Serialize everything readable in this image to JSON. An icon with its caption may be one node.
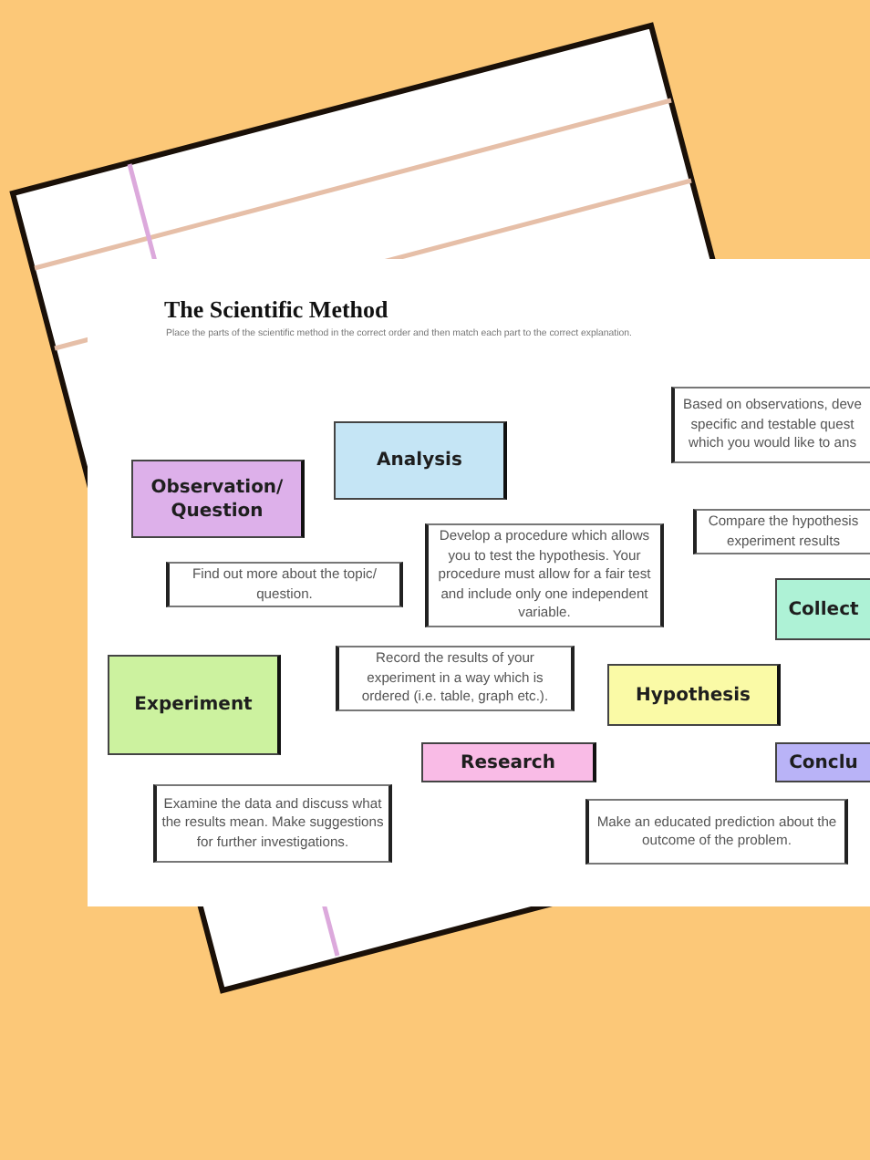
{
  "diagram": {
    "title": "The Scientific Method",
    "nodes": [
      {
        "text": [
          "Based on observations, deve specific and testable quest which you would like to ans"
        ]
      },
      {
        "text": [
          "Analysis"
        ]
      },
      {
        "text": [
          "Observation/ Question"
        ]
      },
      {
        "text": [
          "Compare the hypothesis experiment results"
        ]
      },
      {
        "text": [
          "Develop a procedure which allows you to test the hypothesis. Your procedure must allow for a fair test and include only one independent variable."
        ]
      },
      {
        "text": [
          "Find out more about the topic/ question."
        ]
      },
      {
        "text": [
          "Collect"
        ]
      },
      {
        "text": [
          "Experiment"
        ]
      },
      {
        "text": [
          "Record the results of your experiment in a way which is ordered (i.e. table, graph etc.)."
        ]
      },
      {
        "text": [
          "Hypothesis"
        ]
      },
      {
        "text": [
          "Research"
        ]
      },
      {
        "text": [
          "Conclu"
        ]
      },
      {
        "text": [
          "Examine the data and discuss what the results mean. Make suggestions for further investigations."
        ]
      },
      {
        "text": [
          "Make an educated prediction about the outcome of the problem."
        ]
      }
    ],
    "labels": [
      "Place the parts of the scientific method in the correct order and then match each part to the correct explanation."
    ]
  }
}
